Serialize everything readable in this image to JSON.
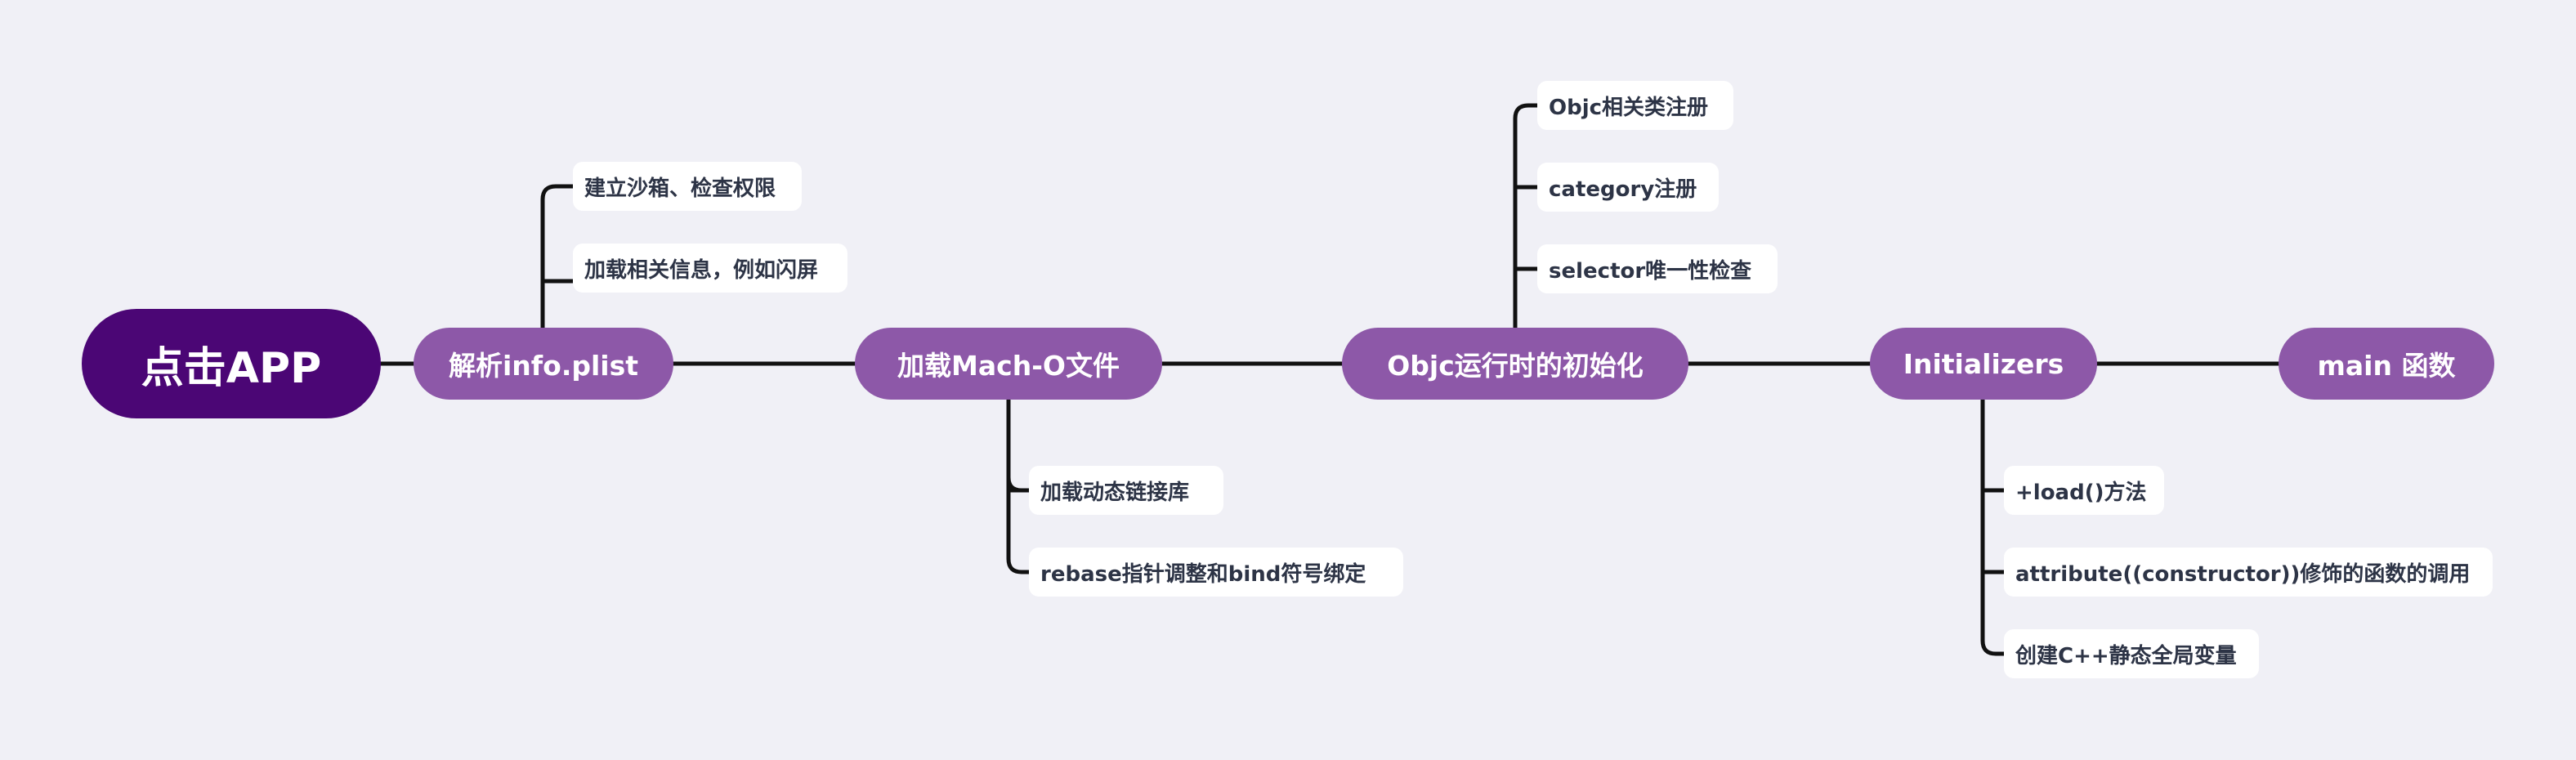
{
  "root": {
    "label": "点击APP"
  },
  "stages": [
    {
      "label": "解析info.plist",
      "children": [
        "建立沙箱、检查权限",
        "加载相关信息，例如闪屏"
      ]
    },
    {
      "label": "加载Mach-O文件",
      "children": [
        "加载动态链接库",
        "rebase指针调整和bind符号绑定"
      ]
    },
    {
      "label": "Objc运行时的初始化",
      "children": [
        "Objc相关类注册",
        "category注册",
        "selector唯一性检查"
      ]
    },
    {
      "label": "Initializers",
      "children": [
        "+load()方法",
        "attribute((constructor))修饰的函数的调用",
        "创建C++静态全局变量"
      ]
    },
    {
      "label": "main 函数",
      "children": []
    }
  ],
  "colors": {
    "background": "#f0f0f6",
    "root_fill": "#4b0675",
    "stage_fill": "#8d58a8",
    "child_fill": "#ffffff",
    "child_text": "#2d3446",
    "connector": "#111111"
  }
}
